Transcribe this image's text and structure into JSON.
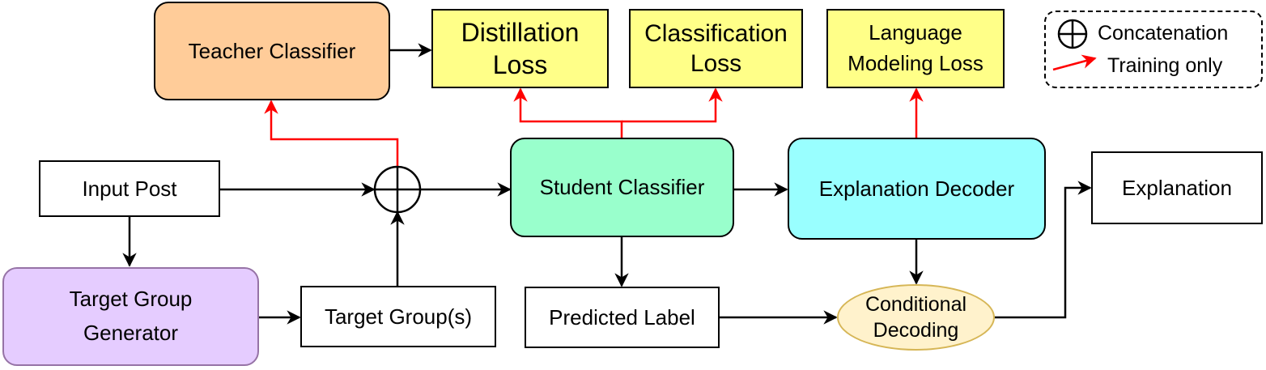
{
  "nodes": {
    "teacher_classifier": "Teacher Classifier",
    "distillation_loss": [
      "Distillation",
      "Loss"
    ],
    "classification_loss": [
      "Classification",
      "Loss"
    ],
    "language_modeling_loss": [
      "Language",
      "Modeling Loss"
    ],
    "input_post": "Input Post",
    "student_classifier": "Student Classifier",
    "explanation_decoder": "Explanation Decoder",
    "explanation": "Explanation",
    "target_group_generator": [
      "Target Group",
      "Generator"
    ],
    "target_groups": "Target Group(s)",
    "predicted_label": "Predicted Label",
    "conditional_decoding": [
      "Conditional",
      "Decoding"
    ]
  },
  "legend": {
    "concatenation": "Concatenation",
    "training_only": "Training only"
  },
  "colors": {
    "teacher": "#ffcc99",
    "student": "#99ffcc",
    "decoder": "#99ffff",
    "generator": "#e5ccff",
    "loss": "#ffff88",
    "conditional": "#fff2cc",
    "training_arrow": "#ff0000"
  }
}
